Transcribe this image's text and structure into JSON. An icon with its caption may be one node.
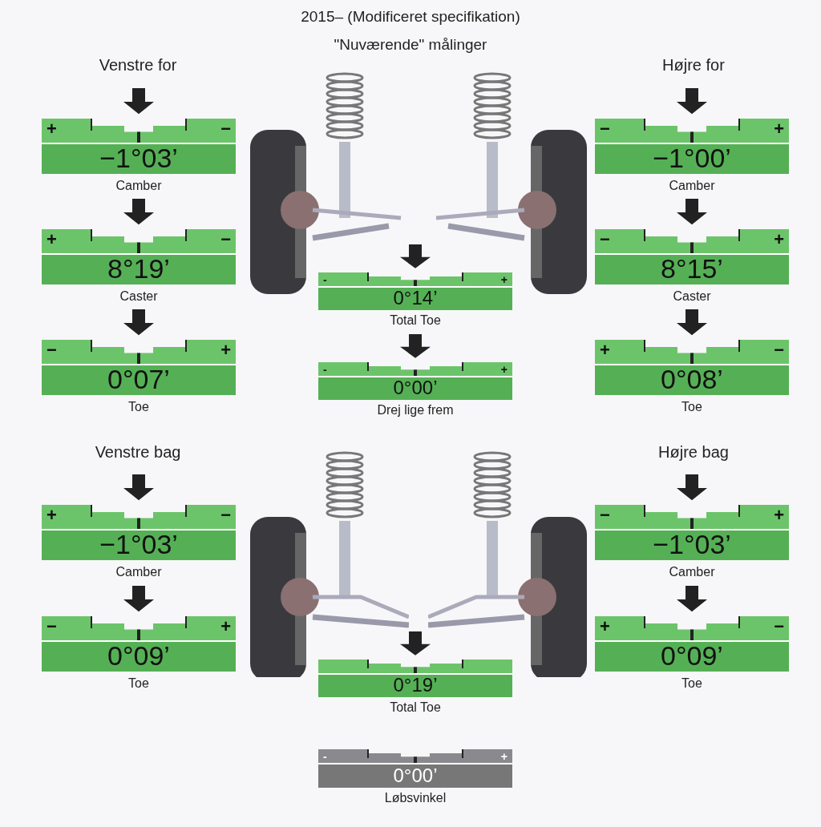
{
  "diagram": {
    "title": "2015– (Modificeret specifikation)",
    "nodes": [
      {
        "text": [
          "+",
          "−",
          "−1°03’"
        ],
        "beside": [
          "Camber"
        ]
      },
      {
        "text": [
          "+",
          "−",
          "8°19’"
        ],
        "beside": [
          "Caster"
        ]
      },
      {
        "text": [
          "−",
          "+",
          "0°07’"
        ],
        "beside": [
          "Toe"
        ]
      },
      {
        "text": [
          "-",
          "+",
          "0°14’"
        ],
        "beside": [
          "Total Toe"
        ]
      },
      {
        "text": [
          "-",
          "+",
          "0°00’"
        ],
        "beside": [
          "Drej lige frem"
        ]
      },
      {
        "text": [
          "−",
          "+",
          "−1°00’"
        ],
        "beside": [
          "Camber"
        ]
      },
      {
        "text": [
          "−",
          "+",
          "8°15’"
        ],
        "beside": [
          "Caster"
        ]
      },
      {
        "text": [
          "+",
          "−",
          "0°08’"
        ],
        "beside": [
          "Toe"
        ]
      },
      {
        "text": [
          "+",
          "−",
          "−1°03’"
        ],
        "beside": [
          "Camber"
        ]
      },
      {
        "text": [
          "−",
          "+",
          "0°09’"
        ],
        "beside": [
          "Toe"
        ]
      },
      {
        "text": [
          "0°19’"
        ],
        "beside": [
          "Total Toe"
        ]
      },
      {
        "text": [
          "-",
          "+",
          "0°00’"
        ],
        "beside": [
          "Løbsvinkel"
        ]
      },
      {
        "text": [
          "−",
          "+",
          "−1°03’"
        ],
        "beside": [
          "Camber"
        ]
      },
      {
        "text": [
          "+",
          "−",
          "0°09’"
        ],
        "beside": [
          "Toe"
        ]
      }
    ],
    "labels": [
      "\"Nuværende\" målinger",
      "Venstre for",
      "Højre for",
      "Venstre bag",
      "Højre bag"
    ]
  }
}
